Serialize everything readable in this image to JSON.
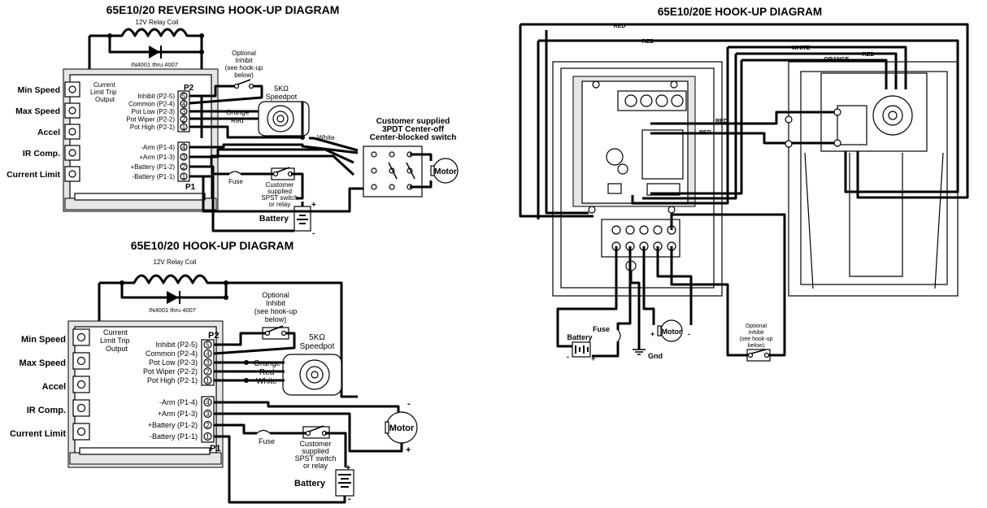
{
  "rev": {
    "title": "65E10/20 REVERSING HOOK-UP DIAGRAM",
    "relay": "12V Relay Coil",
    "diode": "IN4001 thru 4007",
    "current_trip": [
      "Current",
      "Limit Trip",
      "Output"
    ],
    "side_labels": [
      "Min Speed",
      "Max Speed",
      "Accel",
      "IR Comp.",
      "Current Limit"
    ],
    "p2": "P2",
    "p1": "P1",
    "p2_pins": [
      "Inhibit (P2-5)",
      "Common (P2-4)",
      "Pot Low (P2-3)",
      "Pot Wiper (P2-2)",
      "Pot High (P2-1)"
    ],
    "p1_pins": [
      "-Arm (P1-4)",
      "+Arm (P1-3)",
      "+Battery (P1-2)",
      "-Battery (P1-1)"
    ],
    "p2_nums": [
      "5",
      "4",
      "3",
      "2",
      "1"
    ],
    "p1_nums": [
      "4",
      "3",
      "2",
      "1"
    ],
    "inhibit": [
      "Optional",
      "Inhibit",
      "(see hook-up",
      "below)"
    ],
    "pot": [
      "5KΩ",
      "Speedpot"
    ],
    "orange": "Orange",
    "red": "Red",
    "white": "White",
    "switch": [
      "Customer supplied",
      "3PDT Center-off",
      "Center-blocked switch"
    ],
    "motor": "Motor",
    "fuse": "Fuse",
    "spst": [
      "Customer",
      "supplied",
      "SPST switch",
      "or relay"
    ],
    "battery": "Battery",
    "plus": "+",
    "minus": "-"
  },
  "std": {
    "title": "65E10/20 HOOK-UP DIAGRAM",
    "relay": "12V Relay Coil",
    "diode": "IN4001 thru 4007",
    "current_trip": [
      "Current",
      "Limit Trip",
      "Output"
    ],
    "side_labels": [
      "Min Speed",
      "Max Speed",
      "Accel",
      "IR Comp.",
      "Current Limit"
    ],
    "p2": "P2",
    "p1": "P1",
    "p2_pins": [
      "Inhibit (P2-5)",
      "Common (P2-4)",
      "Pot Low (P2-3)",
      "Pot Wiper (P2-2)",
      "Pot High (P2-1)"
    ],
    "p1_pins": [
      "-Arm (P1-4)",
      "+Arm (P1-3)",
      "+Battery (P1-2)",
      "-Battery (P1-1)"
    ],
    "p2_nums": [
      "5",
      "4",
      "3",
      "2",
      "1"
    ],
    "p1_nums": [
      "4",
      "3",
      "2",
      "1"
    ],
    "inhibit": [
      "Optional",
      "Inhibit",
      "(see hook-up",
      "below)"
    ],
    "pot": [
      "5KΩ",
      "Speedpot"
    ],
    "orange": "Orange",
    "red": "Red",
    "white": "White",
    "motor": "Motor",
    "fuse": "Fuse",
    "spst": [
      "Customer",
      "supplied",
      "SPST switch",
      "or relay"
    ],
    "battery": "Battery",
    "plus": "+",
    "minus": "-"
  },
  "e": {
    "title": "65E10/20E HOOK-UP DIAGRAM",
    "red1": "RED",
    "red2": "RED",
    "white": "WHITE",
    "red3": "RED",
    "orange": "ORANGE",
    "red4": "RED",
    "red5": "RED",
    "fuse": "Fuse",
    "battery": "Battery",
    "motor": "Motor",
    "gnd": "Gnd",
    "inhibit": [
      "Optional",
      "Inhibit",
      "(see hook-up",
      "below)"
    ],
    "plus": "+",
    "minus": "-"
  }
}
